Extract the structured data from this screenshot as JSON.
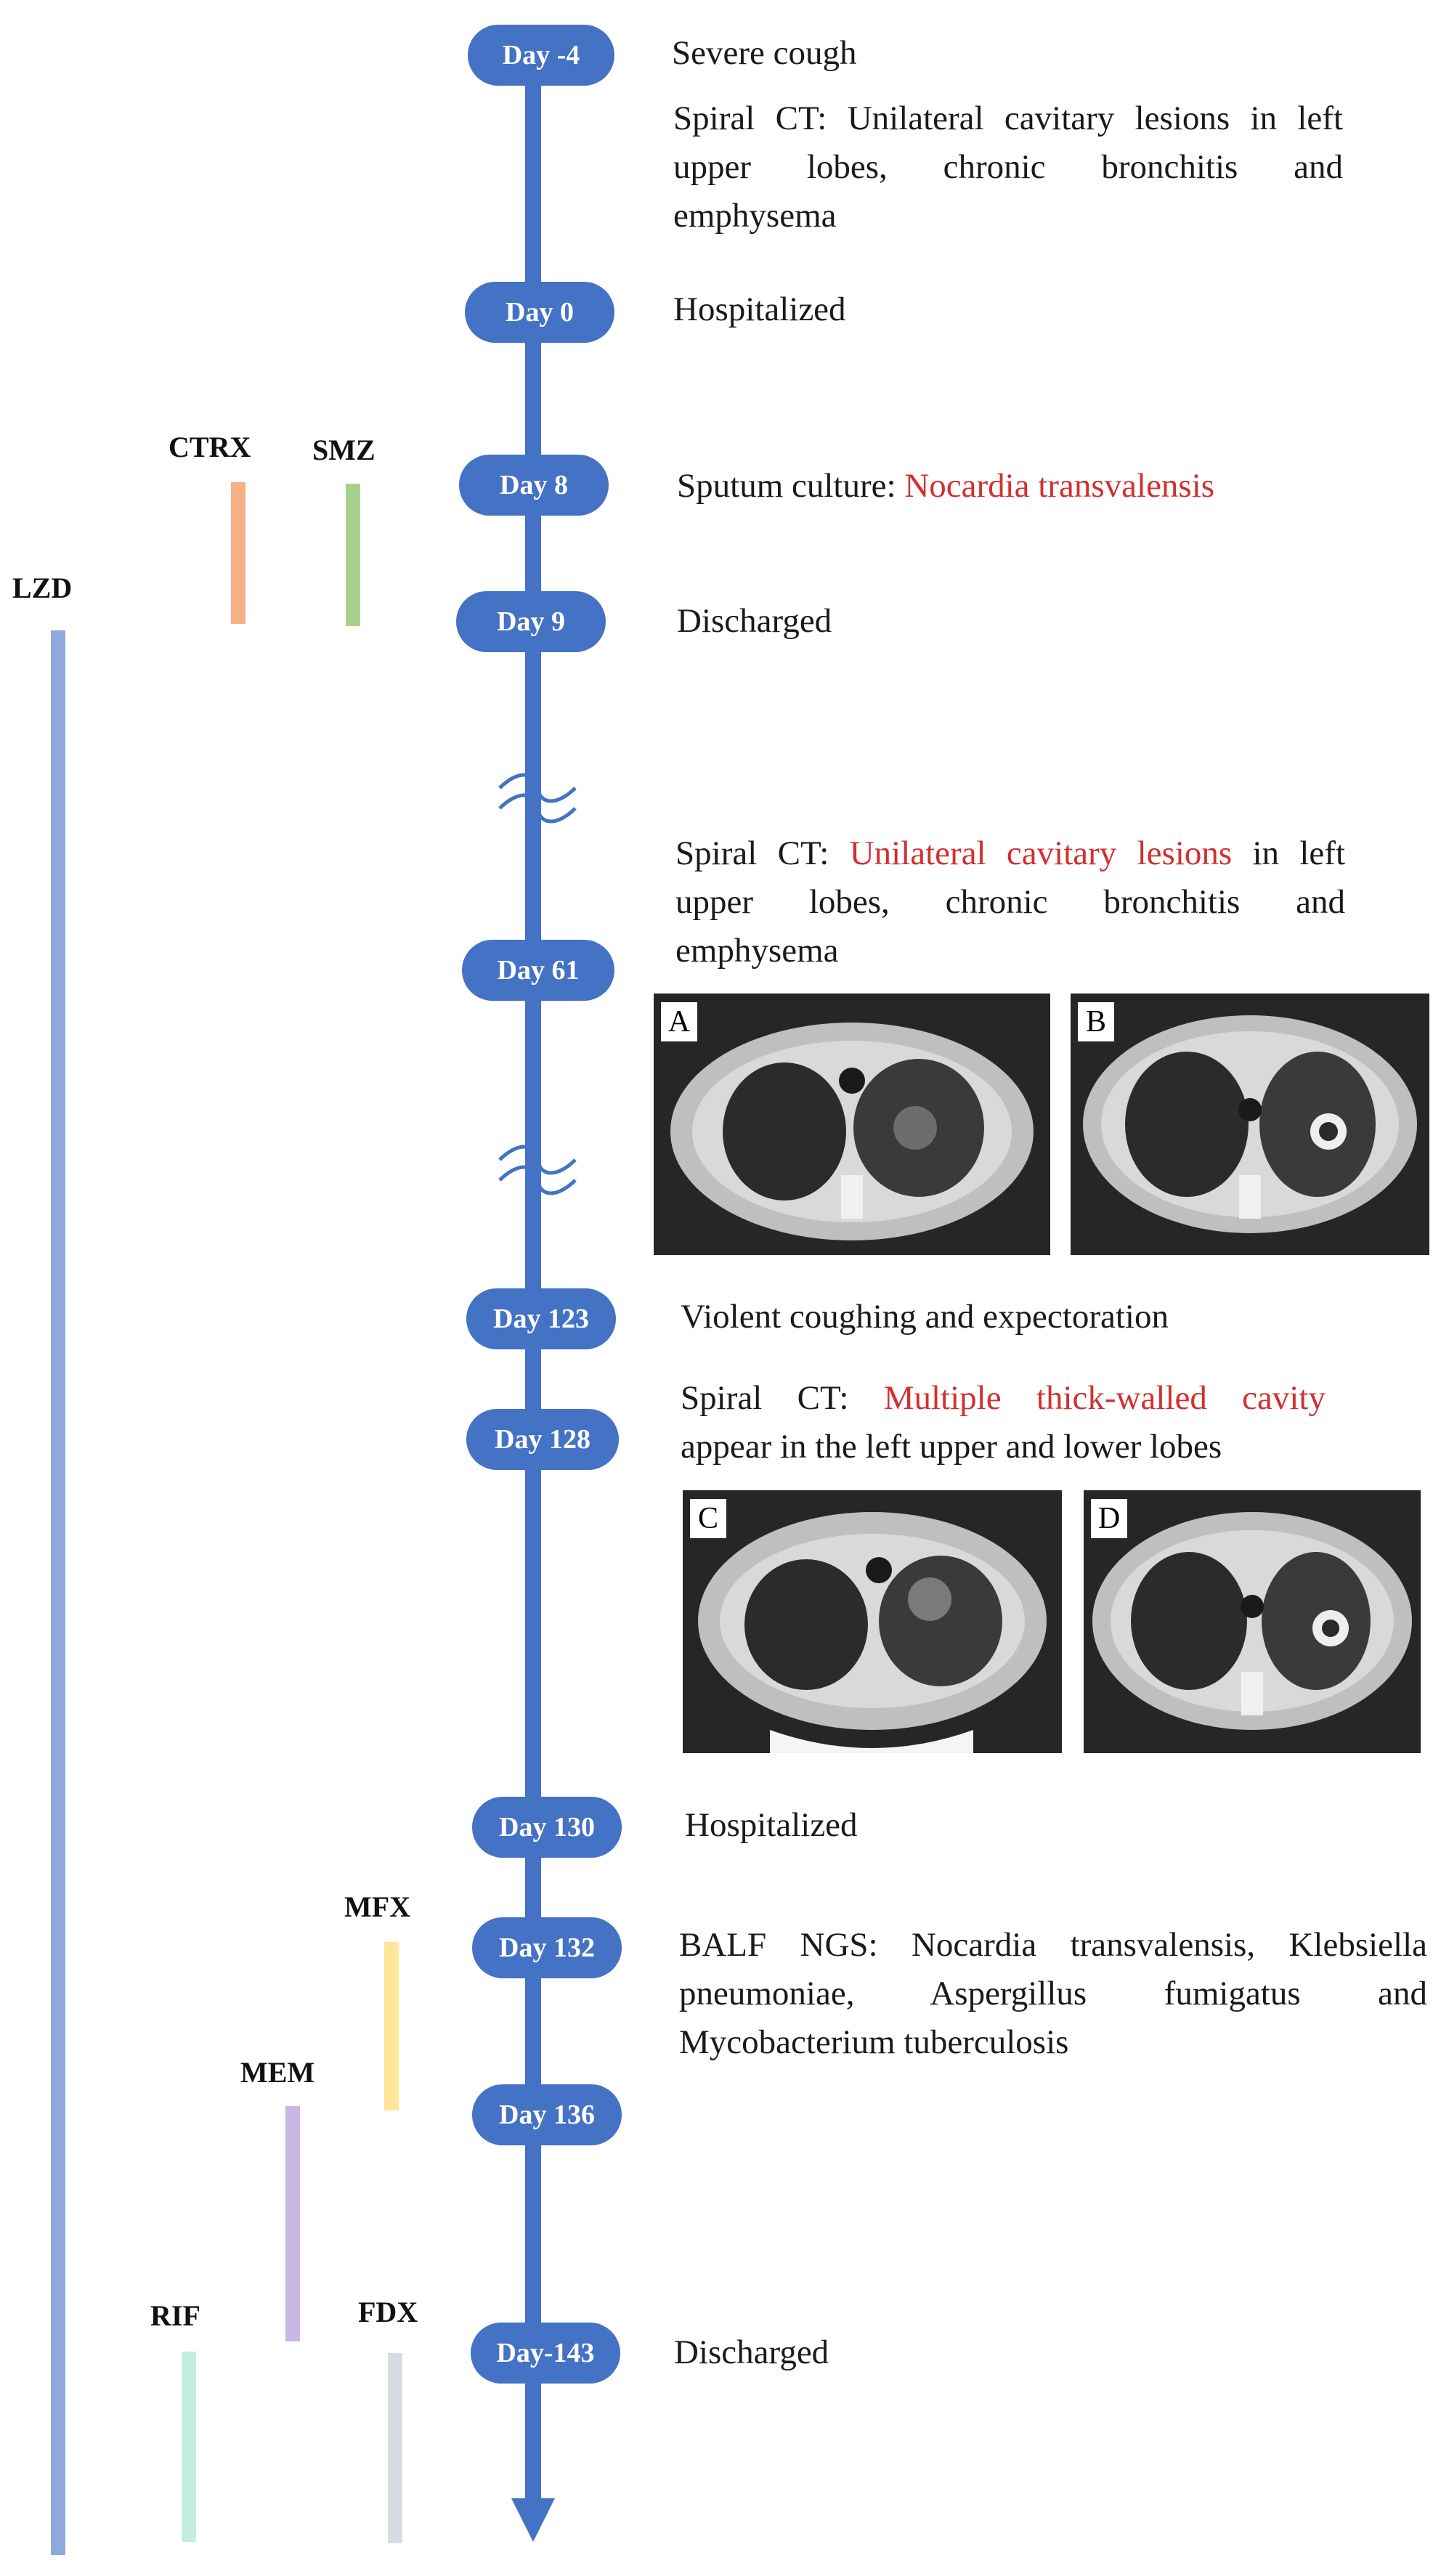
{
  "timeline": {
    "days": [
      {
        "label": "Day -4",
        "event": "Severe cough"
      },
      {
        "label": "Day 0",
        "event": "Hospitalized"
      },
      {
        "label": "Day 8",
        "event_prefix": "Sputum culture: ",
        "event_highlight": "Nocardia transvalensis"
      },
      {
        "label": "Day 9",
        "event": "Discharged"
      },
      {
        "label": "Day 61"
      },
      {
        "label": "Day 123",
        "event": "Violent coughing and expectoration"
      },
      {
        "label": "Day 128"
      },
      {
        "label": "Day 130",
        "event": "Hospitalized"
      },
      {
        "label": "Day 132"
      },
      {
        "label": "Day 136"
      },
      {
        "label": "Day-143",
        "event": "Discharged"
      }
    ],
    "ct_1": {
      "lines": [
        "Spiral CT: Unilateral cavitary lesions in left",
        "upper lobes, chronic bronchitis and",
        "emphysema"
      ]
    },
    "ct_2": {
      "prefix": "Spiral CT: ",
      "highlight": "Unilateral cavitary lesions",
      "suffix": " in left",
      "line2": "upper lobes, chronic bronchitis and",
      "line3": "emphysema"
    },
    "ct_3": {
      "prefix": "Spiral CT: ",
      "highlight": "Multiple thick-walled cavity",
      "line2": "appear in the left upper and lower lobes"
    },
    "balf": {
      "lines": [
        "BALF NGS: Nocardia transvalensis, Klebsiella",
        "pneumoniae, Aspergillus fumigatus and",
        "Mycobacterium tuberculosis"
      ]
    },
    "colors": {
      "axis": "#4472c4",
      "highlight": "#d32f2f"
    }
  },
  "drugs": [
    {
      "label": "LZD",
      "color": "#8eaadb"
    },
    {
      "label": "CTRX",
      "color": "#f4b183"
    },
    {
      "label": "SMZ",
      "color": "#a9d18e"
    },
    {
      "label": "MFX",
      "color": "#ffe699"
    },
    {
      "label": "MEM",
      "color": "#c9b8e6"
    },
    {
      "label": "RIF",
      "color": "#c5eee0"
    },
    {
      "label": "FDX",
      "color": "#d6dce4"
    }
  ],
  "ct_images": {
    "panels": [
      {
        "label": "A",
        "description_icon": "ct-scan-image"
      },
      {
        "label": "B",
        "description_icon": "ct-scan-image"
      },
      {
        "label": "C",
        "description_icon": "ct-scan-image"
      },
      {
        "label": "D",
        "description_icon": "ct-scan-image"
      }
    ]
  }
}
